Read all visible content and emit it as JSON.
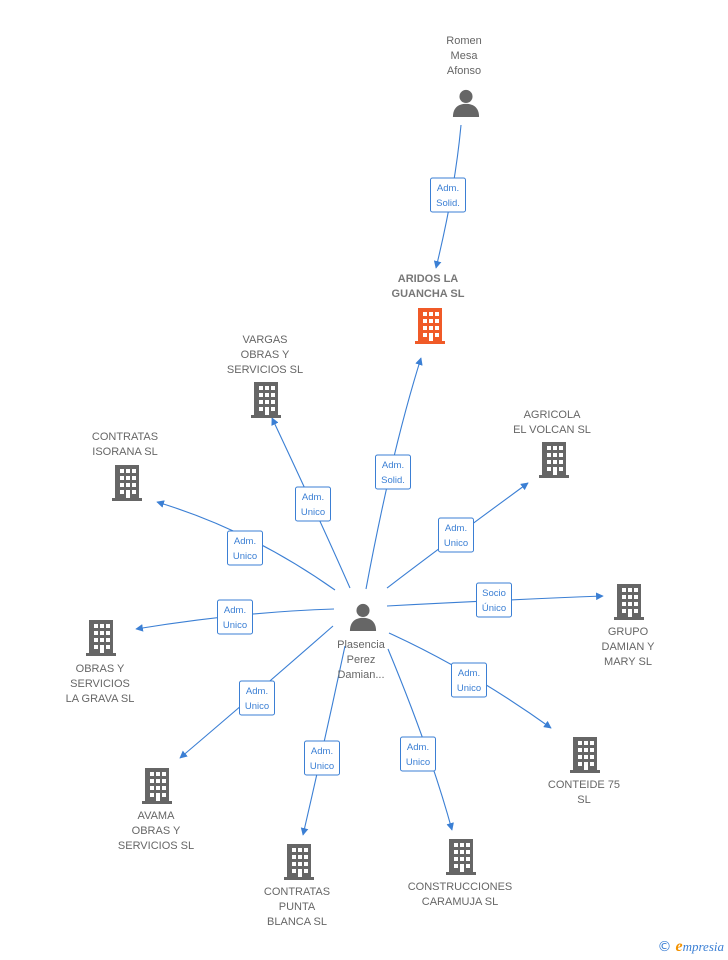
{
  "diagram": {
    "center": {
      "label_lines": [
        "Plasencia",
        "Perez",
        "Damian..."
      ],
      "kind": "person"
    },
    "nodes": [
      {
        "id": "romen",
        "kind": "person",
        "label_lines": [
          "Romen",
          "Mesa",
          "Afonso"
        ]
      },
      {
        "id": "aridos",
        "kind": "company-focus",
        "label_lines": [
          "ARIDOS LA",
          "GUANCHA  SL"
        ]
      },
      {
        "id": "vargas",
        "kind": "company",
        "label_lines": [
          "VARGAS",
          "OBRAS Y",
          "SERVICIOS SL"
        ]
      },
      {
        "id": "isorana",
        "kind": "company",
        "label_lines": [
          "CONTRATAS",
          "ISORANA SL"
        ]
      },
      {
        "id": "agricola",
        "kind": "company",
        "label_lines": [
          "AGRICOLA",
          "EL VOLCAN SL"
        ]
      },
      {
        "id": "grupo",
        "kind": "company",
        "label_lines": [
          "GRUPO",
          "DAMIAN Y",
          "MARY SL"
        ]
      },
      {
        "id": "lagrava",
        "kind": "company",
        "label_lines": [
          "OBRAS Y",
          "SERVICIOS",
          "LA GRAVA  SL"
        ]
      },
      {
        "id": "conteide",
        "kind": "company",
        "label_lines": [
          "CONTEIDE 75",
          "SL"
        ]
      },
      {
        "id": "avama",
        "kind": "company",
        "label_lines": [
          "AVAMA",
          "OBRAS Y",
          "SERVICIOS SL"
        ]
      },
      {
        "id": "punta",
        "kind": "company",
        "label_lines": [
          "CONTRATAS",
          "PUNTA",
          "BLANCA  SL"
        ]
      },
      {
        "id": "caramuja",
        "kind": "company",
        "label_lines": [
          "CONSTRUCCIONES",
          "CARAMUJA SL"
        ]
      }
    ],
    "edges": [
      {
        "from": "romen",
        "to": "aridos",
        "label_lines": [
          "Adm.",
          "Solid."
        ]
      },
      {
        "from": "center",
        "to": "aridos",
        "label_lines": [
          "Adm.",
          "Solid."
        ]
      },
      {
        "from": "center",
        "to": "vargas",
        "label_lines": [
          "Adm.",
          "Unico"
        ]
      },
      {
        "from": "center",
        "to": "isorana",
        "label_lines": [
          "Adm.",
          "Unico"
        ]
      },
      {
        "from": "center",
        "to": "agricola",
        "label_lines": [
          "Adm.",
          "Unico"
        ]
      },
      {
        "from": "center",
        "to": "grupo",
        "label_lines": [
          "Socio",
          "Único"
        ]
      },
      {
        "from": "center",
        "to": "lagrava",
        "label_lines": [
          "Adm.",
          "Unico"
        ]
      },
      {
        "from": "center",
        "to": "conteide",
        "label_lines": [
          "Adm.",
          "Unico"
        ]
      },
      {
        "from": "center",
        "to": "avama",
        "label_lines": [
          "Adm.",
          "Unico"
        ]
      },
      {
        "from": "center",
        "to": "punta",
        "label_lines": [
          "Adm.",
          "Unico"
        ]
      },
      {
        "from": "center",
        "to": "caramuja",
        "label_lines": [
          "Adm.",
          "Unico"
        ]
      }
    ],
    "colors": {
      "edge": "#3b7fd4",
      "icon": "#666666",
      "focus_icon": "#f05a28"
    }
  },
  "footer": {
    "copyright_symbol": "©",
    "brand_initial": "e",
    "brand_rest": "mpresia"
  }
}
